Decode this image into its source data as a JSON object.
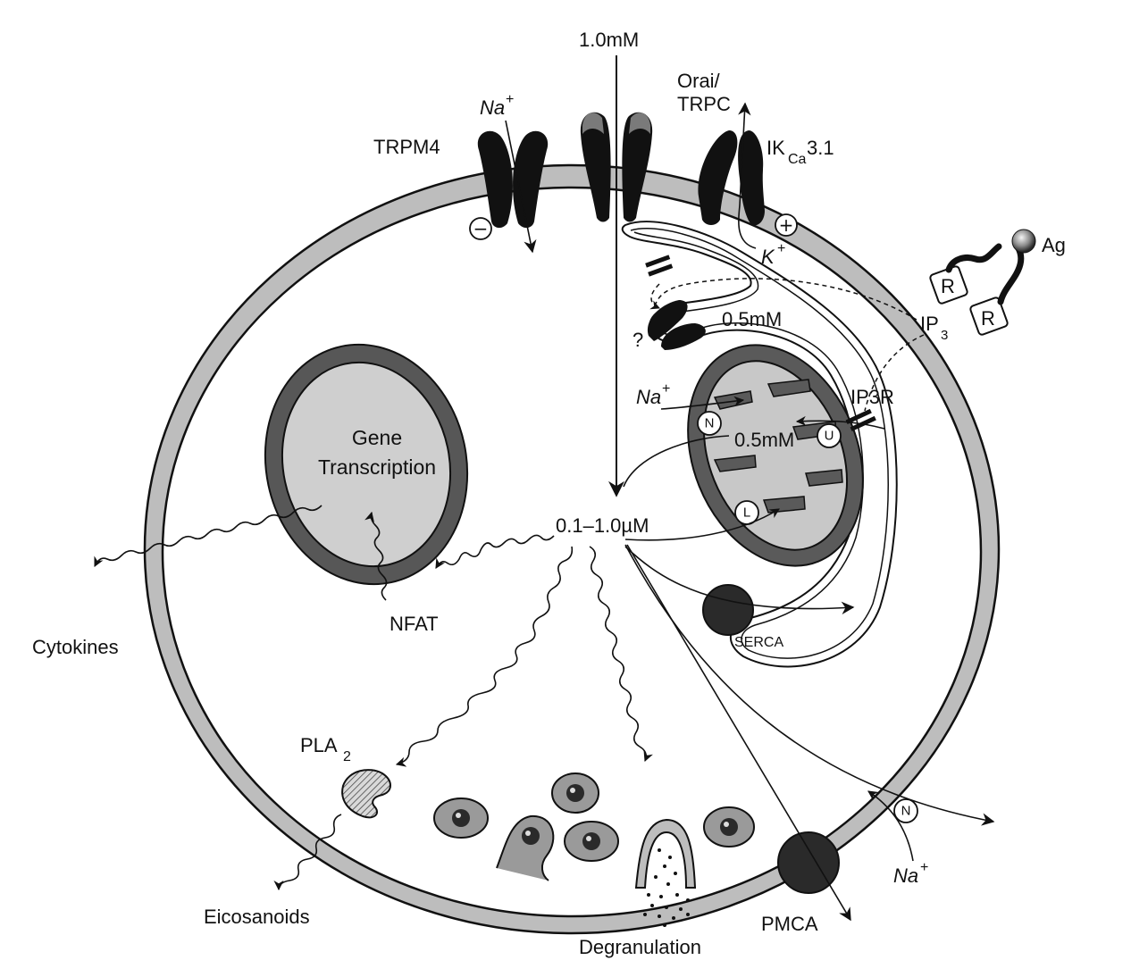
{
  "labels": {
    "extracellular_ca": "1.0mM",
    "orai_line1": "Orai/",
    "orai_line2": "TRPC",
    "trpm4": "TRPM4",
    "na_top": "Na",
    "na_top_charge": "+",
    "ikca_main": "IK",
    "ikca_sub": "Ca",
    "ikca_suffix": "3.1",
    "k_ion": "K",
    "k_charge": "+",
    "ag": "Ag",
    "receptor": "R",
    "ip3": "IP",
    "ip3_sub": "3",
    "er_ca": "0.5mM",
    "question": "?",
    "na_mito": "Na",
    "na_mito_charge": "+",
    "ip3r": "IP3R",
    "mito_ca": "0.5mM",
    "cytosolic_ca": "0.1–1.0µM",
    "nucleus_line1": "Gene",
    "nucleus_line2": "Transcription",
    "nfat": "NFAT",
    "cytokines": "Cytokines",
    "serca": "SERCA",
    "pla2": "PLA",
    "pla2_sub": "2",
    "eicosanoids": "Eicosanoids",
    "degranulation": "Degranulation",
    "pmca": "PMCA",
    "na_bottom": "Na",
    "na_bottom_charge": "+",
    "exchanger_n": "N",
    "uniporter_u": "U",
    "leak_l": "L",
    "minus": "−",
    "plus": "+"
  },
  "colors": {
    "membrane": "#bdbdbd",
    "cytoplasm": "#ffffff",
    "nucleus_envelope": "#575757",
    "nucleus_interior": "#cfcfcf",
    "mitochondrion_outer": "#5a5a5a",
    "mitochondrion_inner": "#c8c8c8",
    "channel": "#111111",
    "channel_cap": "#7a7a7a",
    "granule": "#9a9a9a"
  }
}
